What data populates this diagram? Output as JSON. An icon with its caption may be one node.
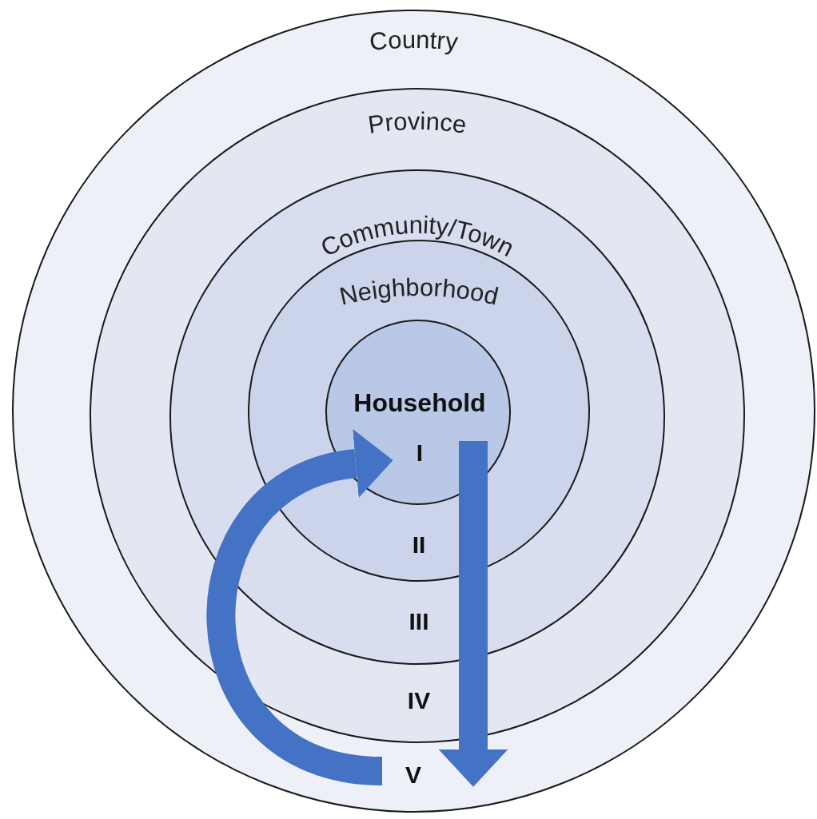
{
  "diagram": {
    "nodes": [
      {
        "text": [
          "Country",
          "V"
        ]
      },
      {
        "text": [
          "Province",
          "IV"
        ],
        "in": 0
      },
      {
        "text": [
          "Community/Town",
          "III"
        ],
        "in": 1
      },
      {
        "text": [
          "Neighborhood",
          "II"
        ],
        "in": 2
      },
      {
        "text": [
          "Household",
          "I"
        ],
        "in": 3
      }
    ],
    "edges": [
      {
        "from": 0,
        "to": 4,
        "arrow": "to"
      },
      {
        "from": 4,
        "to": 0,
        "arrow": "to"
      }
    ]
  }
}
